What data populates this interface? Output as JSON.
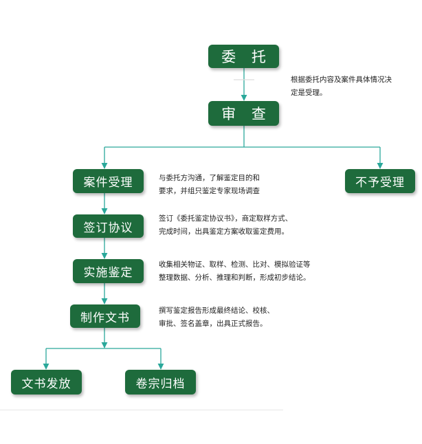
{
  "nodes": {
    "commission": "委 托",
    "review": "审 查",
    "accept": "案件受理",
    "reject": "不予受理",
    "sign": "签订协议",
    "implement": "实施鉴定",
    "produce": "制作文书",
    "issue": "文书发放",
    "archive": "卷宗归档"
  },
  "notes": {
    "review": [
      "根据委托内容及案件具体情况决",
      "定是受理。"
    ],
    "accept": [
      "与委托方沟通，了解鉴定目的和",
      "要求，并组只鉴定专家现场调查"
    ],
    "sign": [
      "签订《委托鉴定协议书》，商定取样方式、",
      "完成时间，出具鉴定方案收取鉴定费用。"
    ],
    "implement": [
      "收集相关物证、取样、检测、比对、模拟验证等",
      "整理数据、分析、推理和判断，形成初步结论。"
    ],
    "produce": [
      "撰写鉴定报告形成最终结论、校核、",
      "审批、签名盖章，出具正式报告。"
    ]
  },
  "colors": {
    "node_fill": "#1e6b3c",
    "node_text": "#ffffff",
    "connector": "#2aa89a",
    "note_text": "#222222"
  }
}
